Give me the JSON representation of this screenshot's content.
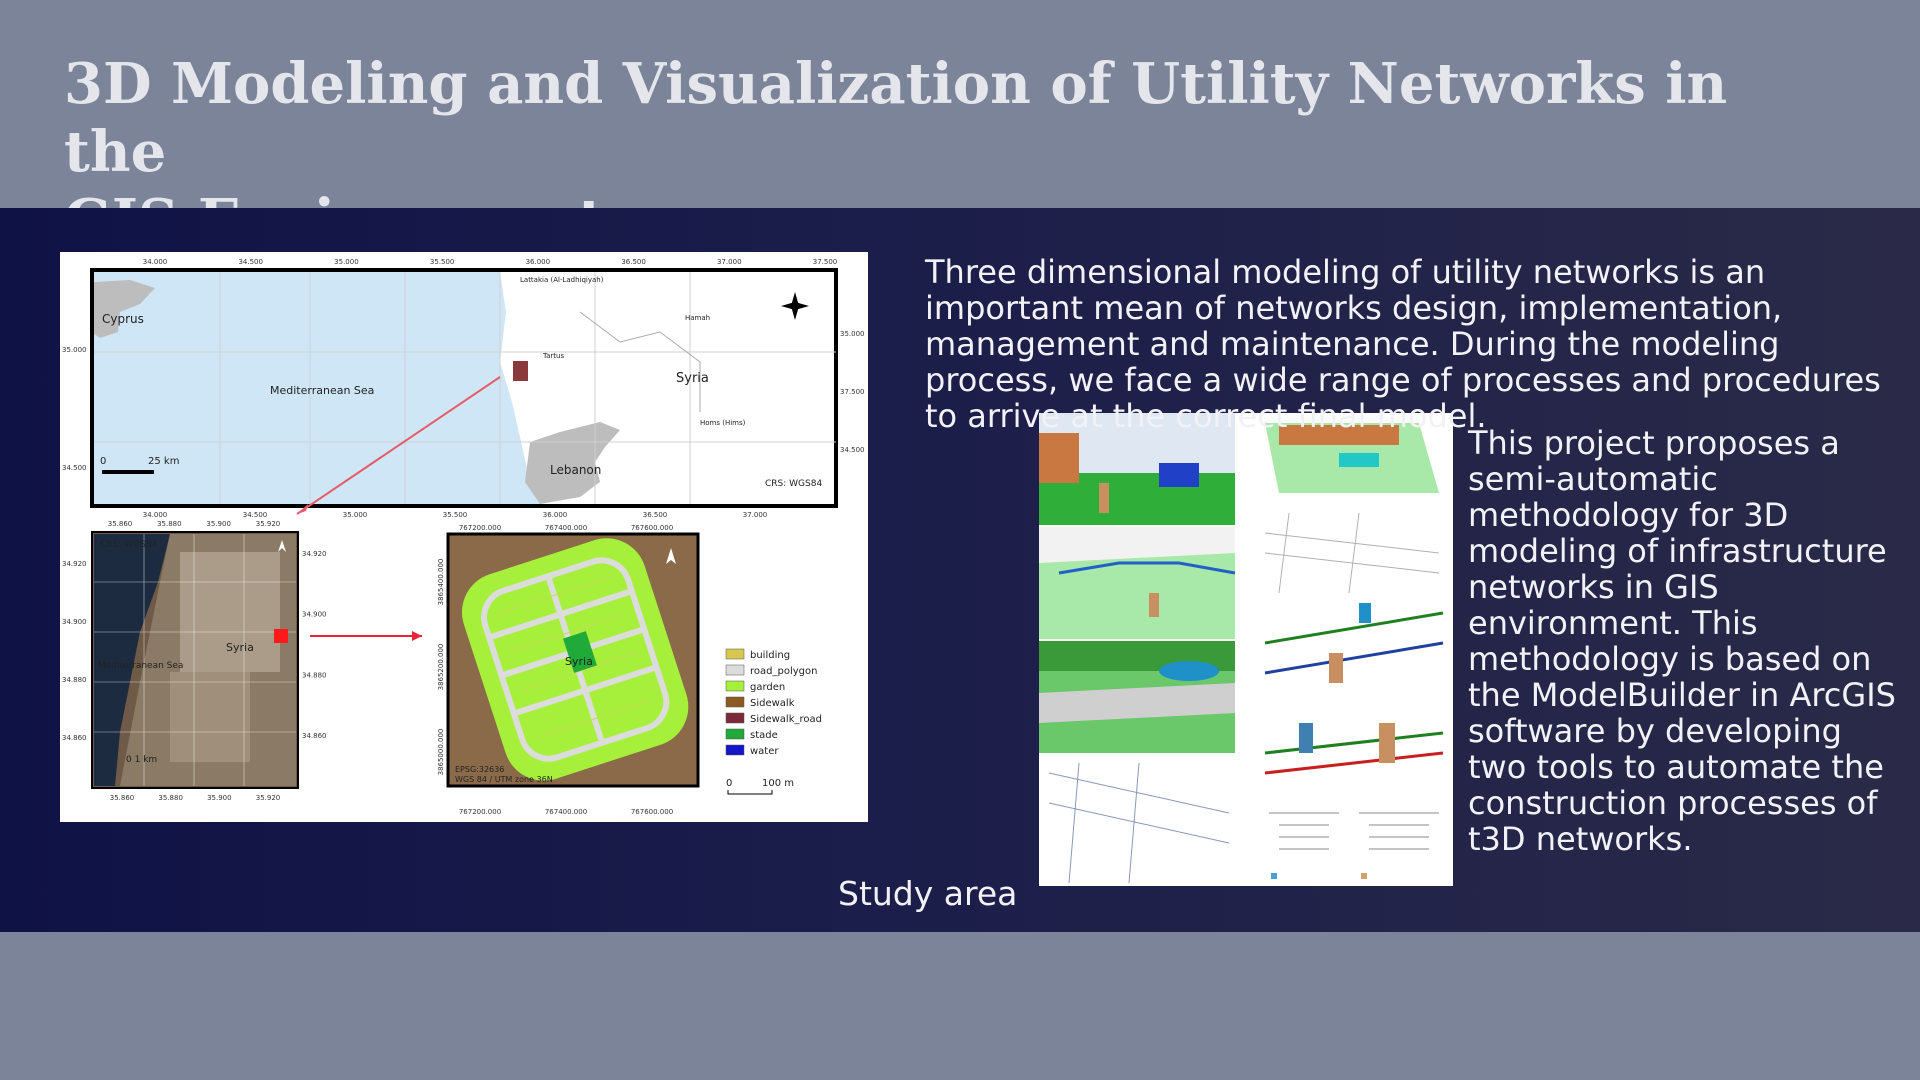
{
  "slide": {
    "title_line1": "3D Modeling and Visualization of Utility Networks in the",
    "title_line2": "GIS Environment",
    "paragraph1": "Three dimensional modeling of utility networks is an important mean of networks design, implementation, management and maintenance. During the modeling process, we face a wide range of processes and procedures to arrive at the correct final model.",
    "paragraph2": "This project proposes a semi-automatic methodology for 3D modeling of infrastructure networks in GIS environment. This methodology is based on the ModelBuilder in ArcGIS software by developing two tools to automate the construction processes of t3D networks.",
    "caption": "Study area"
  },
  "map": {
    "top_panel": {
      "x_ticks": [
        "34.000",
        "34.500",
        "35.000",
        "35.500",
        "36.000",
        "36.500",
        "37.000",
        "37.500"
      ],
      "y_ticks_right": [
        "35.000",
        "37.500",
        "34.500"
      ],
      "y_ticks_left": [
        "35.000",
        "34.500"
      ],
      "bottom_ticks": [
        "34.000",
        "34.500",
        "35.000",
        "35.500",
        "36.000",
        "36.500",
        "37.000"
      ],
      "labels": {
        "cyprus": "Cyprus",
        "sea": "Mediterranean Sea",
        "syria": "Syria",
        "lebanon": "Lebanon",
        "lattakia": "Lattakia (Al-Ladhiqiyah)",
        "hamah": "Hamah",
        "tartus": "Tartus",
        "homs": "Homs (Hims)",
        "crs": "CRS: WGS84",
        "scale_zero": "0",
        "scale_km": "25 km"
      }
    },
    "left_panel": {
      "top_ticks": [
        "35.860",
        "35.880",
        "35.900",
        "35.920"
      ],
      "left_ticks": [
        "34.920",
        "34.900",
        "34.880",
        "34.860"
      ],
      "right_ticks": [
        "34.920",
        "34.900",
        "34.880",
        "34.860"
      ],
      "bottom_ticks": [
        "35.860",
        "35.880",
        "35.900",
        "35.920"
      ],
      "crs": "CRS: WGS84",
      "syria": "Syria",
      "sea": "Mediterranean Sea",
      "scale": "0   1 km"
    },
    "right_panel": {
      "top_ticks": [
        "767200.000",
        "767400.000",
        "767600.000"
      ],
      "bottom_ticks": [
        "767200.000",
        "767400.000",
        "767600.000"
      ],
      "left_ticks": [
        "3865400.000",
        "3865200.000",
        "3865000.000"
      ],
      "syria": "Syria",
      "epsg": "EPSG:32636",
      "wgs": "WGS 84 / UTM zone 36N",
      "scale_zero": "0",
      "scale_m": "100 m"
    },
    "legend": [
      {
        "label": "building",
        "color": "#d8c84e"
      },
      {
        "label": "road_polygon",
        "color": "#dcdcdc"
      },
      {
        "label": "garden",
        "color": "#a6f03c"
      },
      {
        "label": "Sidewalk",
        "color": "#8a5a22"
      },
      {
        "label": "Sidewalk_road",
        "color": "#7a2a3a"
      },
      {
        "label": "stade",
        "color": "#1faa3a"
      },
      {
        "label": "water",
        "color": "#1414c8"
      }
    ]
  },
  "colors": {
    "background": "#7b8498",
    "band": "#14164a",
    "text": "#f2f2f6"
  }
}
